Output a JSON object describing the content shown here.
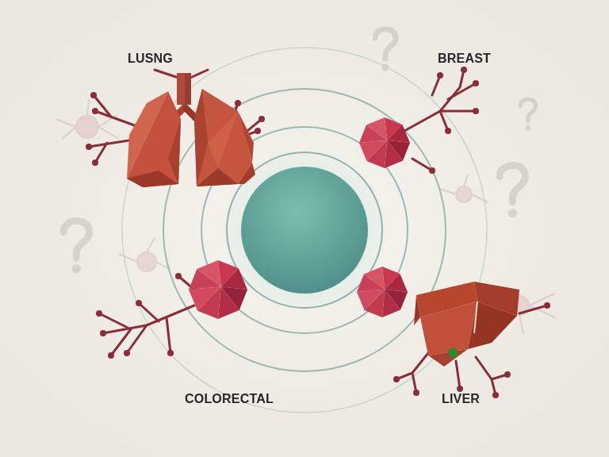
{
  "diagram": {
    "labels": [
      "LUSNG",
      "BREAST",
      "COLORECTAL",
      "LIVER"
    ]
  }
}
